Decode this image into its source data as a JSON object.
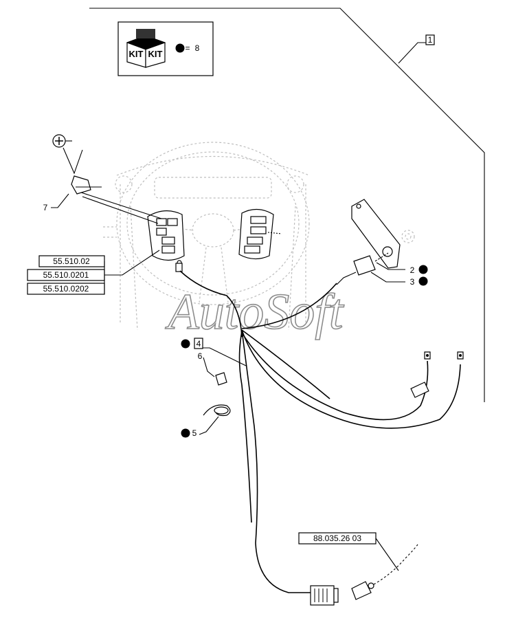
{
  "kit": {
    "icon_text_left": "KIT",
    "icon_text_right": "KIT",
    "legend_equals": "=",
    "legend_number": "8"
  },
  "callouts": {
    "item_1": "1",
    "item_2": "2",
    "item_3": "3",
    "item_4": "4",
    "item_5": "5",
    "item_6": "6",
    "item_7": "7"
  },
  "references": [
    "55.510.02",
    "55.510.0201",
    "55.510.0202",
    "88.035.26 03"
  ],
  "watermark": "AutoSoft",
  "colors": {
    "line": "#000000",
    "ghost": "#bdbdbd",
    "watermark_stroke": "#8c8c8c",
    "background": "#ffffff"
  },
  "icons": [
    "kit-box-icon",
    "screw-symbol-icon",
    "bullet-dot-icon"
  ]
}
